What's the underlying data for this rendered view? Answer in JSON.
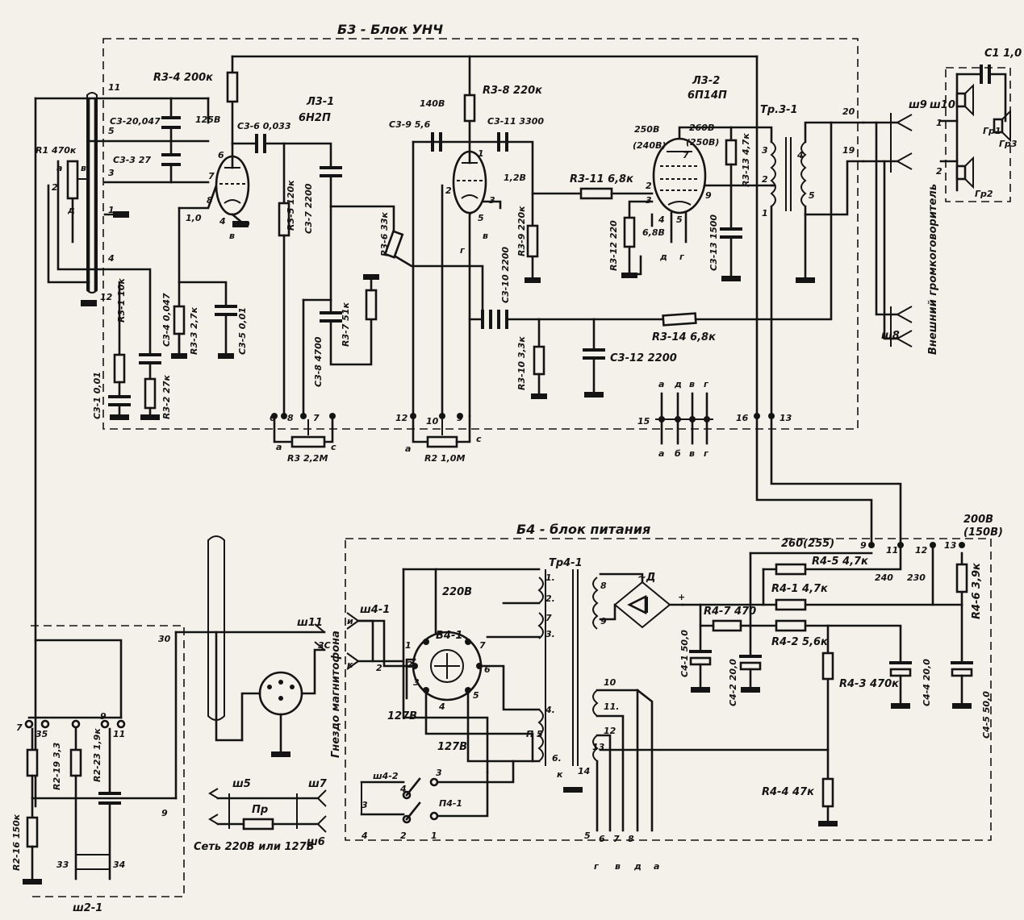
{
  "blocks": {
    "b3_title": "Б3 - Блок УНЧ",
    "b4_title": "Б4 - блок питания"
  },
  "tubes": {
    "l3_1": {
      "ref": "Л3-1",
      "type": "6Н2П"
    },
    "l3_2": {
      "ref": "Л3-2",
      "type": "6П14П"
    },
    "v4_1": {
      "ref": "В4-1"
    }
  },
  "b3_components": {
    "r3_4": "R3-4 200к",
    "r3_8": "R3-8 220к",
    "r3_1": "R3-1 10к",
    "r3_2": "R3-2 27к",
    "r3_3": "R3-3 2,7к",
    "r3_5": "R3-5 120к",
    "r3_6": "R3-6 33к",
    "r3_7": "R3-7 51к",
    "r3_9": "R3-9 220к",
    "r3_10": "R3-10 3,3к",
    "r3_11": "R3-11 6,8к",
    "r3_12": "R3-12 220",
    "r3_13": "R3-13 4,7к",
    "r3_14": "R3-14 6,8к",
    "c3_20": "C3-20,047",
    "c3_3": "C3-3 27",
    "c3_6": "C3-6 0,033",
    "c3_7": "C3-7 2200",
    "c3_8": "C3-8 4700",
    "c3_9": "C3-9 5,6",
    "c3_10": "C3-10 2200",
    "c3_11": "C3-11 3300",
    "c3_12": "C3-12 2200",
    "c3_13": "C3-13 1500",
    "c3_1": "C3-1 0,01",
    "c3_4": "C3-4 0,047",
    "c3_5": "C3-5 0,01",
    "r1": "R1 470к",
    "r3_pot": "R3 2,2М",
    "r2_pot": "R2 1,0М",
    "tr3_1": "Тр.3-1",
    "c1": "C1 1,0",
    "gr1": "Гр1",
    "gr2": "Гр2",
    "gr3": "Гр3"
  },
  "b3_voltages": {
    "v125": "125В",
    "v140": "140В",
    "v12": "1,2В",
    "v250": "250В",
    "v240": "(240В)",
    "v260": "260В",
    "v250b": "(250В)",
    "v68": "6,8В",
    "v10": "1,0"
  },
  "connectors": {
    "sh9": "ш9",
    "sh10": "ш10",
    "sh8": "ш8",
    "external_speaker": "Внешний громкоговоритель",
    "sh11": "ш11",
    "sh4_1": "ш4-1",
    "sh4_2": "ш4-2",
    "sh5": "ш5",
    "sh6": "ш6",
    "sh7": "ш7",
    "sh2_1": "ш2-1",
    "mic_jack": "Гнездо магнитофона",
    "mains": "Сеть 220В или 127В"
  },
  "b4_components": {
    "tr4_1": "Тр4-1",
    "d": "~Д",
    "r4_5": "R4-5 4,7к",
    "r4_1": "R4-1 4,7к",
    "r4_7": "R4-7 470",
    "r4_2": "R4-2 5,6к",
    "r4_3": "R4-3 470к",
    "r4_4": "R4-4 47к",
    "r4_6": "R4-6 3,9к",
    "c4_1": "C4-1 50,0",
    "c4_2": "C4-2 20,0",
    "c4_4": "C4-4 20,0",
    "c4_5": "C4-5 50,0",
    "pr": "Пр",
    "p4_1": "П4-1",
    "r2_16": "R2-16 150к",
    "r2_19": "R2-19 3,3",
    "r2_23": "R2-23 1,9к"
  },
  "b4_voltages": {
    "v220": "220В",
    "v127a": "127В",
    "v127b": "127В",
    "v260_255": "260(255)",
    "v240": "240",
    "v230": "230",
    "v200": "200В",
    "v150": "(150В)"
  }
}
